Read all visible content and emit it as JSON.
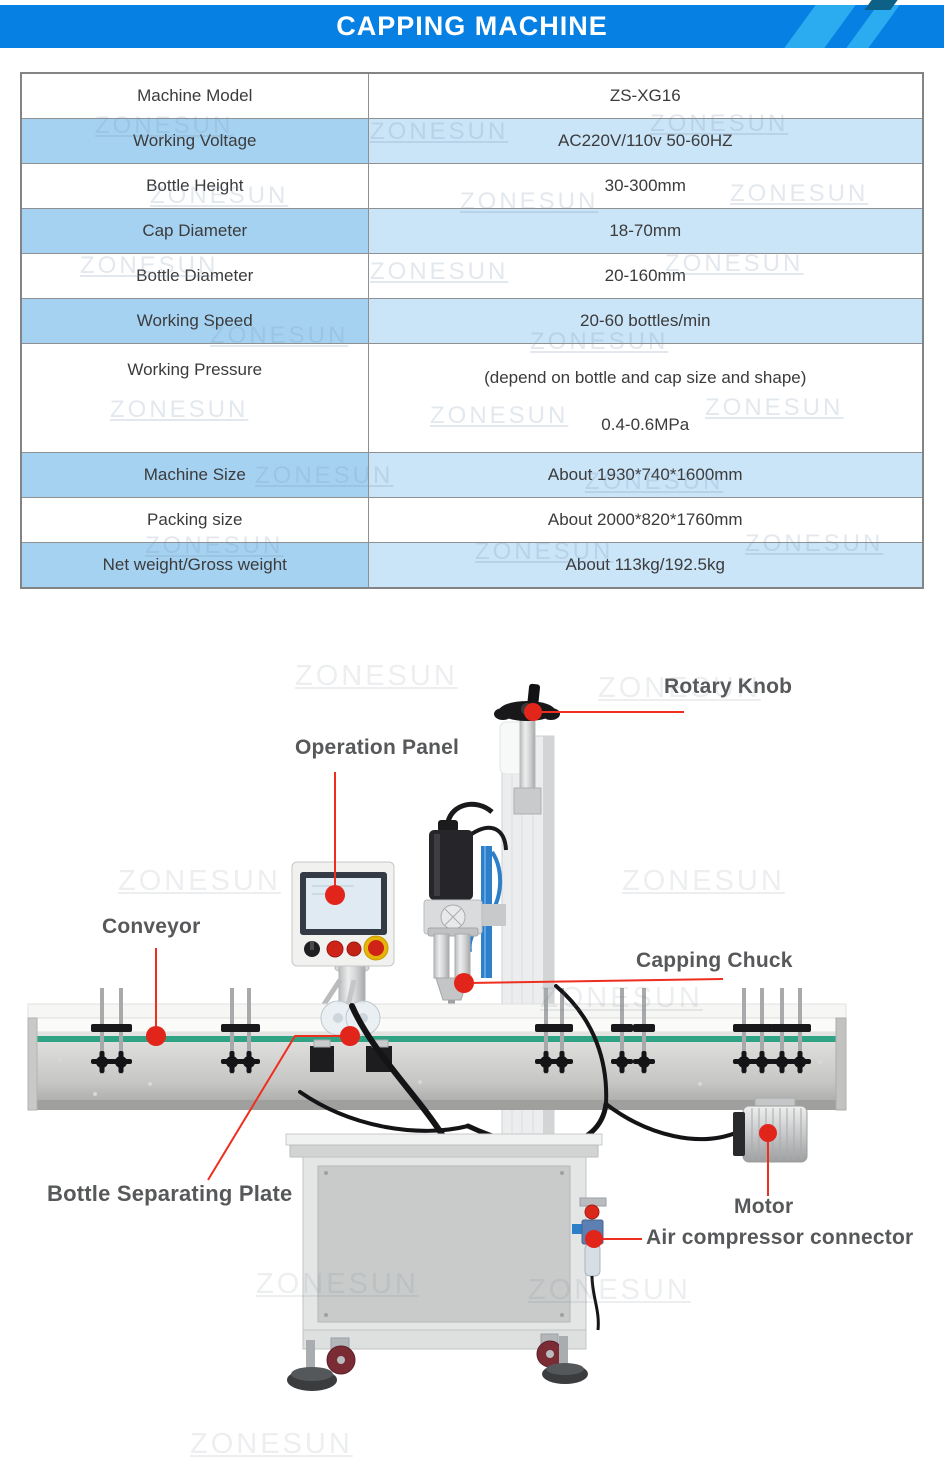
{
  "banner": {
    "title": "CAPPING MACHINE"
  },
  "colors": {
    "banner_blue": "#0780E4",
    "stripe_cyan": "#2BACF0",
    "accent_teal": "#0D6086",
    "row_blue_left": "#A6D2F2",
    "row_blue_right": "#CAE4F8",
    "annotation_red": "#EE2E1F",
    "label_gray": "#57585A"
  },
  "spec_table": {
    "rows": [
      {
        "label": "Machine Model",
        "value": "ZS-XG16",
        "highlight": false
      },
      {
        "label": "Working Voltage",
        "value": "AC220V/110v 50-60HZ",
        "highlight": true
      },
      {
        "label": "Bottle Height",
        "value": "30-300mm",
        "highlight": false
      },
      {
        "label": "Cap Diameter",
        "value": "18-70mm",
        "highlight": true
      },
      {
        "label": "Bottle Diameter",
        "value": "20-160mm",
        "highlight": false
      },
      {
        "label": "Working Speed",
        "value": "20-60 bottles/min",
        "highlight": true
      },
      {
        "label": "Working Pressure",
        "value_lines": [
          "(depend on bottle and cap size and shape)",
          "0.4-0.6MPa"
        ],
        "highlight": false,
        "tall": true
      },
      {
        "label": "Machine Size",
        "value": "About 1930*740*1600mm",
        "highlight": true
      },
      {
        "label": "Packing size",
        "value": "About 2000*820*1760mm",
        "highlight": false
      },
      {
        "label": "Net weight/Gross weight",
        "value": "About 113kg/192.5kg",
        "highlight": true
      }
    ]
  },
  "diagram": {
    "labels": [
      {
        "id": "rotary-knob",
        "text": "Rotary Knob"
      },
      {
        "id": "operation-panel",
        "text": "Operation Panel"
      },
      {
        "id": "conveyor",
        "text": "Conveyor"
      },
      {
        "id": "capping-chuck",
        "text": "Capping Chuck"
      },
      {
        "id": "bottle-separating-plate",
        "text": "Bottle Separating Plate"
      },
      {
        "id": "motor",
        "text": "Motor"
      },
      {
        "id": "air-compressor-connector",
        "text": "Air compressor connector"
      }
    ]
  },
  "watermark": {
    "text": "ZONESUN"
  }
}
